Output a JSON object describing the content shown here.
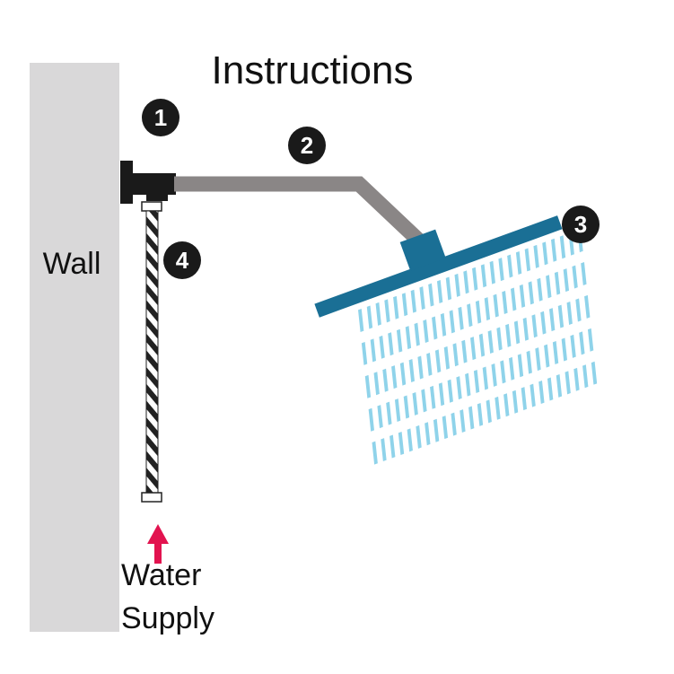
{
  "title": "Instructions",
  "labels": {
    "wall": "Wall",
    "water_line1": "Water",
    "water_line2": "Supply"
  },
  "steps": [
    {
      "number": "1"
    },
    {
      "number": "2"
    },
    {
      "number": "3"
    },
    {
      "number": "4"
    }
  ],
  "colors": {
    "wall": "#d9d8d9",
    "arm": "#8a8686",
    "head": "#1a6f95",
    "spray": "#8fd3ea",
    "arrow": "#e2134f",
    "badge": "#1a1a1a"
  }
}
